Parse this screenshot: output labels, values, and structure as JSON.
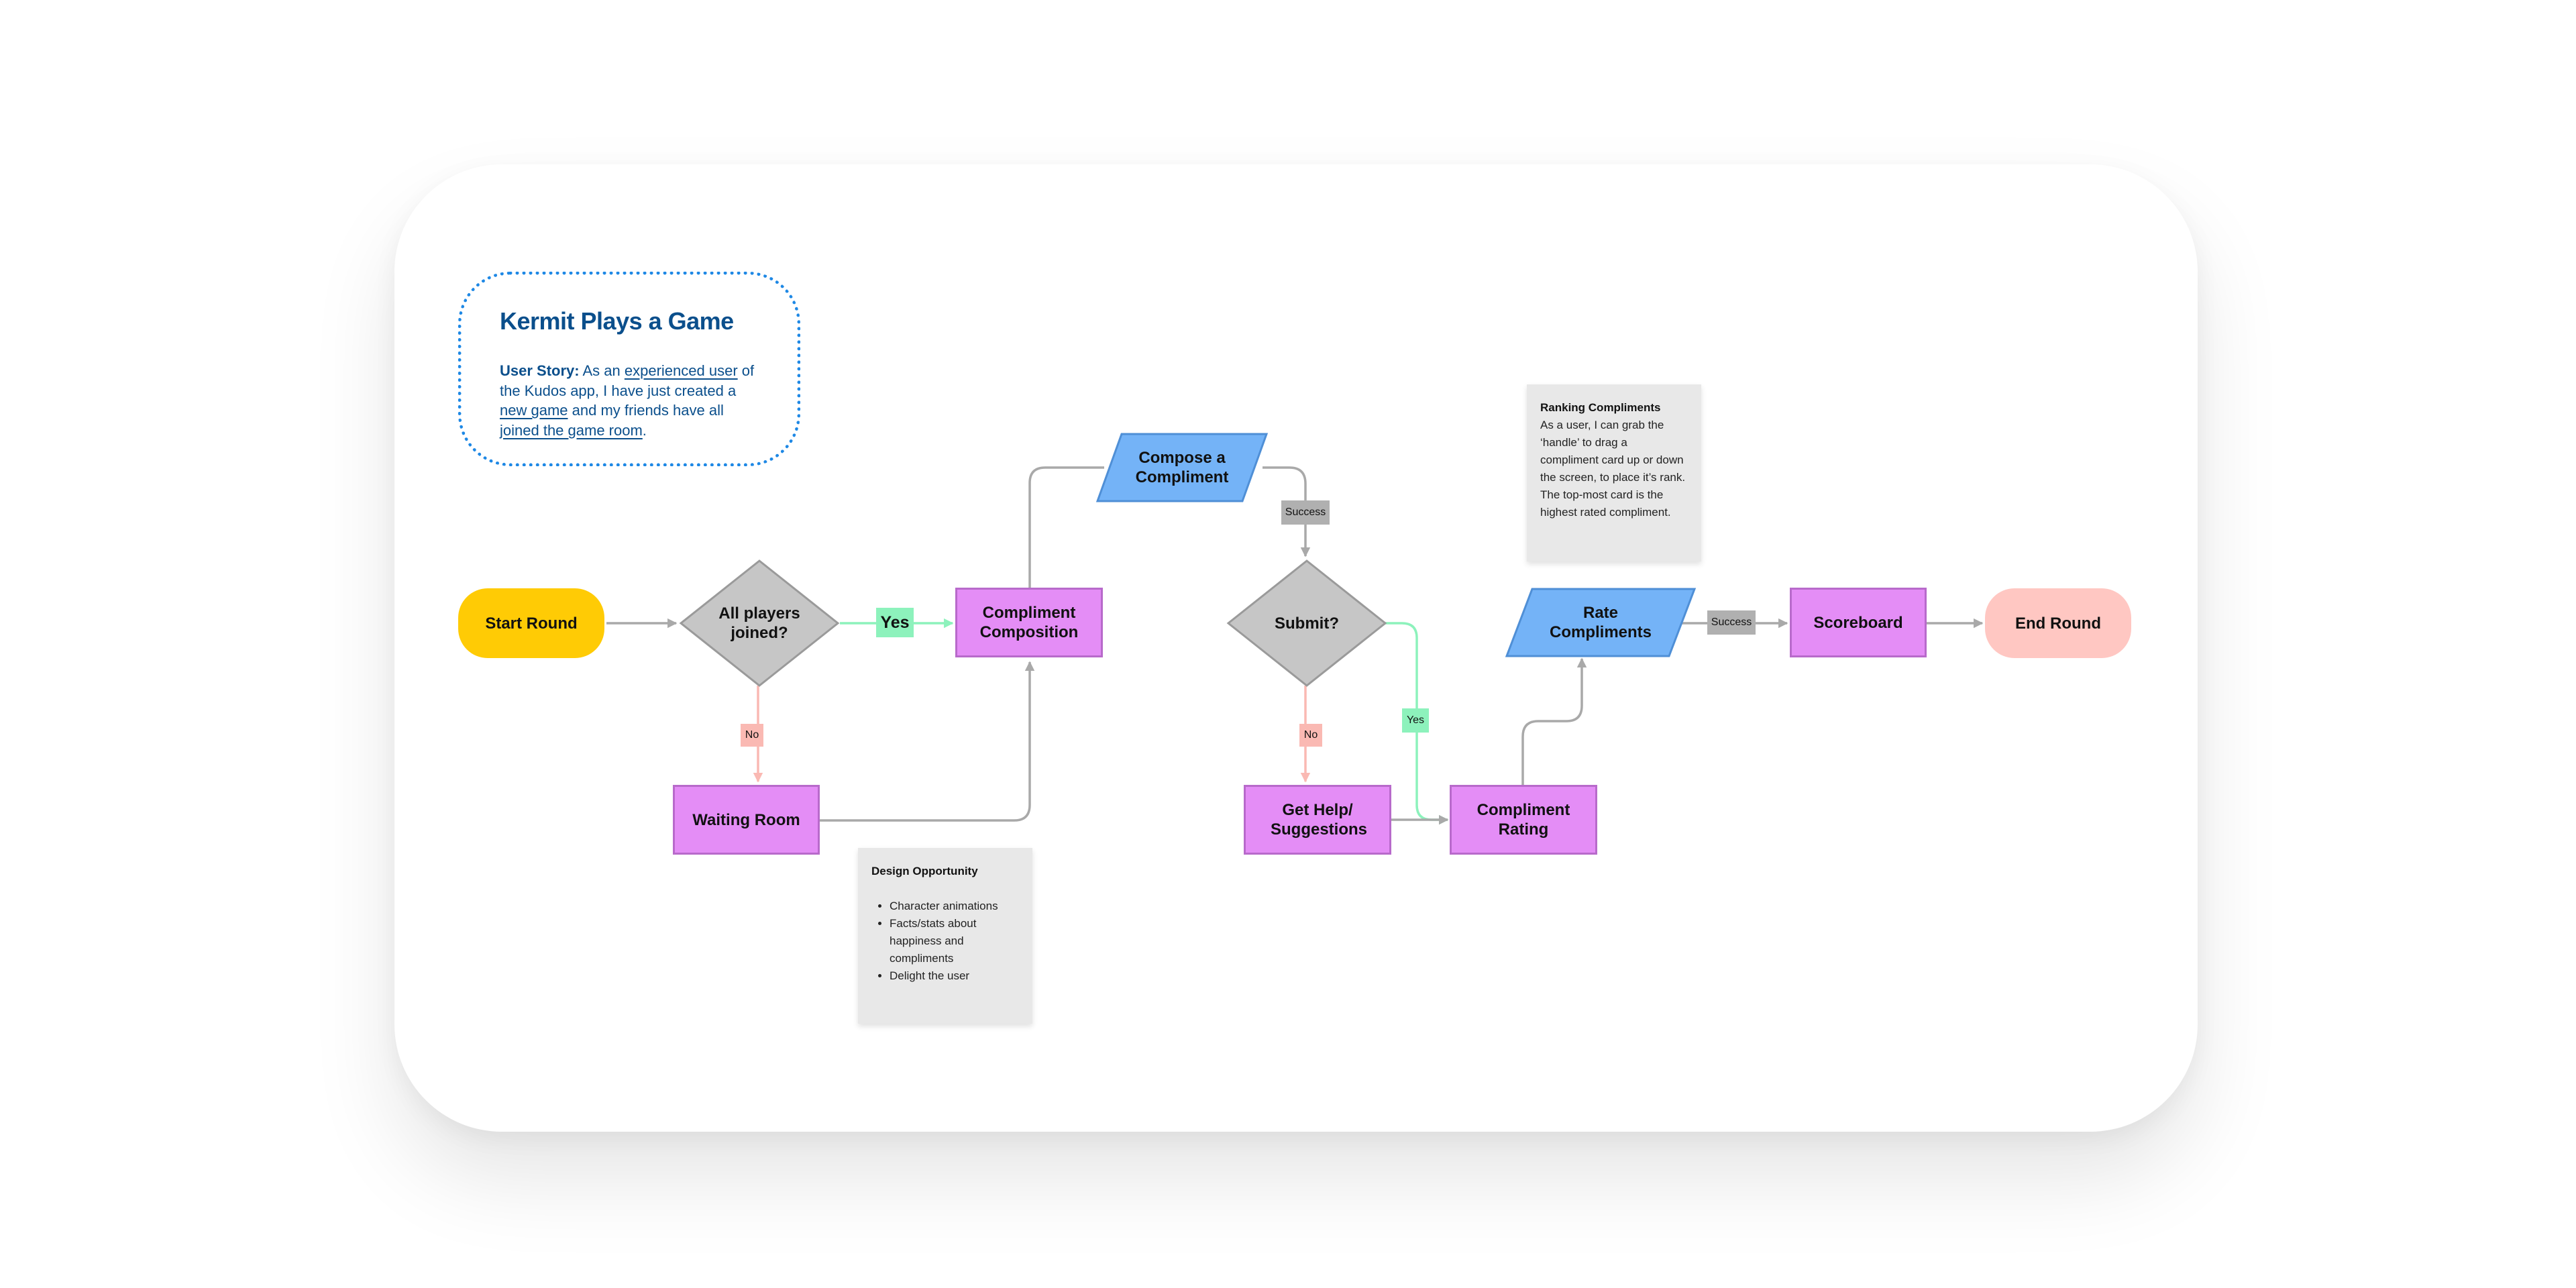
{
  "story": {
    "title": "Kermit Plays a Game",
    "lead": "User Story:",
    "t1": " As an ",
    "link1": "experienced user",
    "t2": " of the Kudos app, I have just created a ",
    "link2": "new game",
    "t3": " and my friends have all ",
    "link3": "joined the game room",
    "t4": "."
  },
  "nodes": {
    "start": "Start Round",
    "all_players": "All players joined?",
    "compliment_composition": "Compliment Composition",
    "waiting_room": "Waiting Room",
    "compose": "Compose a Compliment",
    "submit": "Submit?",
    "get_help": "Get Help/ Suggestions",
    "compliment_rating": "Compliment Rating",
    "rate": "Rate Compliments",
    "scoreboard": "Scoreboard",
    "end": "End Round"
  },
  "edge_labels": {
    "yes_main": "Yes",
    "no_1": "No",
    "success_1": "Success",
    "no_2": "No",
    "yes_2": "Yes",
    "success_2": "Success"
  },
  "notes": {
    "ranking": {
      "title": "Ranking Compliments",
      "body": "As a user, I can grab the ‘handle’ to drag a compliment card up or down the screen, to place it’s rank. The top-most card is the highest rated compliment."
    },
    "design": {
      "title": "Design Opportunity",
      "items": [
        "Character animations",
        "Facts/stats about happiness  and compliments",
        "Delight the user"
      ]
    }
  },
  "colors": {
    "start": "#ffcb05",
    "end": "#ffc7c2",
    "process": "#e48df6",
    "decision": "#c6c6c6",
    "io": "#74b3f7",
    "connector": "#a9a9a9",
    "connector_yes": "#8df2bc",
    "connector_no": "#fab9b3",
    "story_border": "#1e88e5",
    "story_text": "#0b4f8c"
  }
}
